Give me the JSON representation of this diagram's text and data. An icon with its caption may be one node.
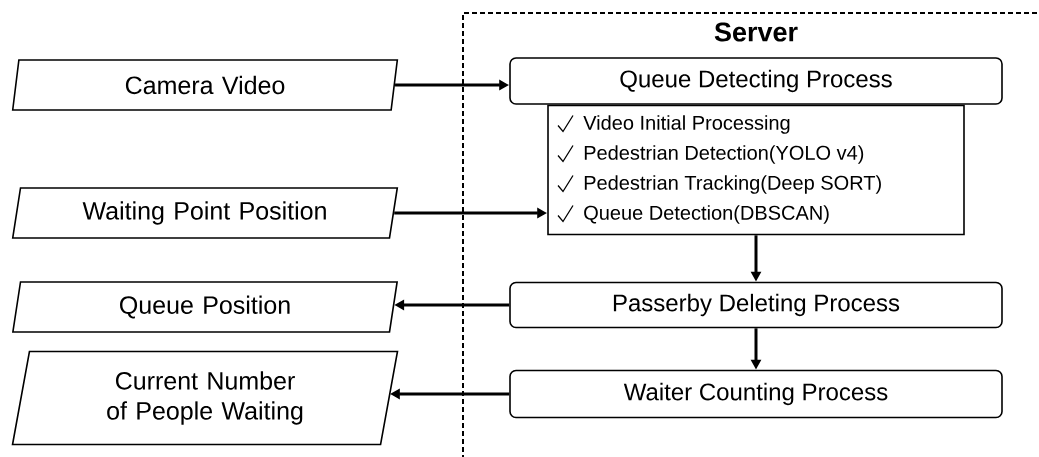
{
  "diagram": {
    "nodes": [
      {
        "text": [
          "Server"
        ]
      },
      {
        "text": [
          "Camera Video"
        ]
      },
      {
        "text": [
          "Waiting Point Position"
        ]
      },
      {
        "text": [
          "Queue Position"
        ]
      },
      {
        "text": [
          "Current Number of People Waiting"
        ]
      },
      {
        "text": [
          "Queue Detecting Process"
        ],
        "in": 0
      },
      {
        "text": [
          "Video Initial Processing",
          "Pedestrian Detection(YOLO v4)",
          "Pedestrian Tracking(Deep SORT)",
          "Queue Detection(DBSCAN)"
        ],
        "in": 0
      },
      {
        "text": [
          "Passerby Deleting Process"
        ],
        "in": 0
      },
      {
        "text": [
          "Waiter Counting Process"
        ],
        "in": 0
      }
    ],
    "edges": [
      {
        "from": 1,
        "to": 5,
        "arrow": "to"
      },
      {
        "from": 2,
        "to": 6,
        "arrow": "to"
      },
      {
        "from": 6,
        "to": 7,
        "arrow": "to"
      },
      {
        "from": 7,
        "to": 3,
        "arrow": "to"
      },
      {
        "from": 7,
        "to": 8,
        "arrow": "to"
      },
      {
        "from": 8,
        "to": 4,
        "arrow": "to"
      }
    ]
  }
}
